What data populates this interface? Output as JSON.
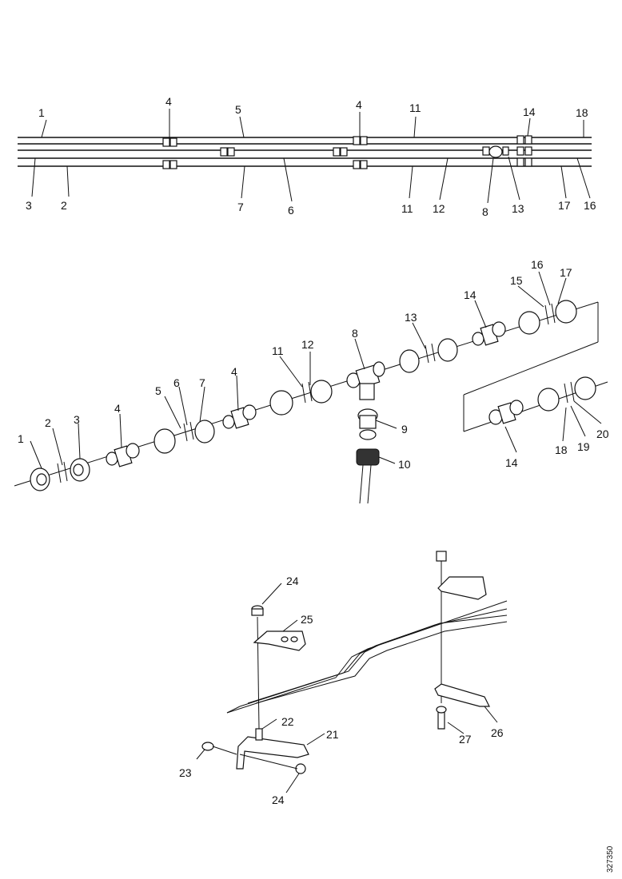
{
  "diagram": {
    "reference_code": "327350",
    "callouts": {
      "c1": "1",
      "c2": "2",
      "c3": "3",
      "c4": "4",
      "c5": "5",
      "c6": "6",
      "c7": "7",
      "c8": "8",
      "c9": "9",
      "c10": "10",
      "c11": "11",
      "c12": "12",
      "c13": "13",
      "c14": "14",
      "c15": "15",
      "c16": "16",
      "c17": "17",
      "c18": "18",
      "c19": "19",
      "c20": "20",
      "c21": "21",
      "c22": "22",
      "c23": "23",
      "c24": "24",
      "c25": "25",
      "c26": "26",
      "c27": "27"
    }
  }
}
